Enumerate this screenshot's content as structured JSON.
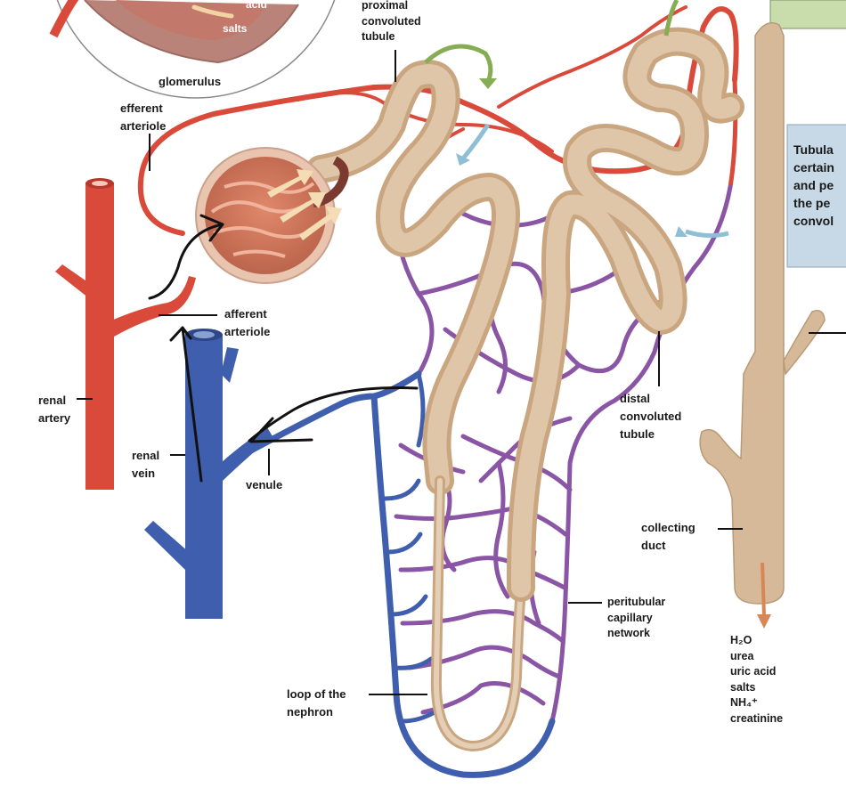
{
  "labels": {
    "proximal_tubule": "proximal\nconvoluted\ntubule",
    "glomerulus": "glomerulus",
    "efferent_arteriole": "efferent\narteriole",
    "afferent_arteriole": "afferent\narteriole",
    "renal_artery": "renal\nartery",
    "renal_vein": "renal\nvein",
    "venule": "venule",
    "distal_tubule": "distal\nconvoluted\ntubule",
    "collecting_duct": "collecting\nduct",
    "peritubular_network": "peritubular\ncapillary\nnetwork",
    "loop_of_nephron": "loop of the\nnephron"
  },
  "inset": {
    "acid": "acid",
    "salts": "salts"
  },
  "urine_components": [
    "H₂O",
    "urea",
    "uric acid",
    "salts",
    "NH₄⁺",
    "creatinine"
  ],
  "callout_box": {
    "lines": [
      "Tubula",
      "certain",
      "and pe",
      "the pe",
      "convol"
    ]
  },
  "colors": {
    "artery": "#d94a3a",
    "vein": "#3f5fae",
    "capillary": "#8a55a5",
    "tubule": "#d6b998",
    "arrow_green": "#86ad54",
    "arrow_blue": "#8fbfd6",
    "callout_bg": "#c7d9e6",
    "green_box": "#c9dcac"
  }
}
